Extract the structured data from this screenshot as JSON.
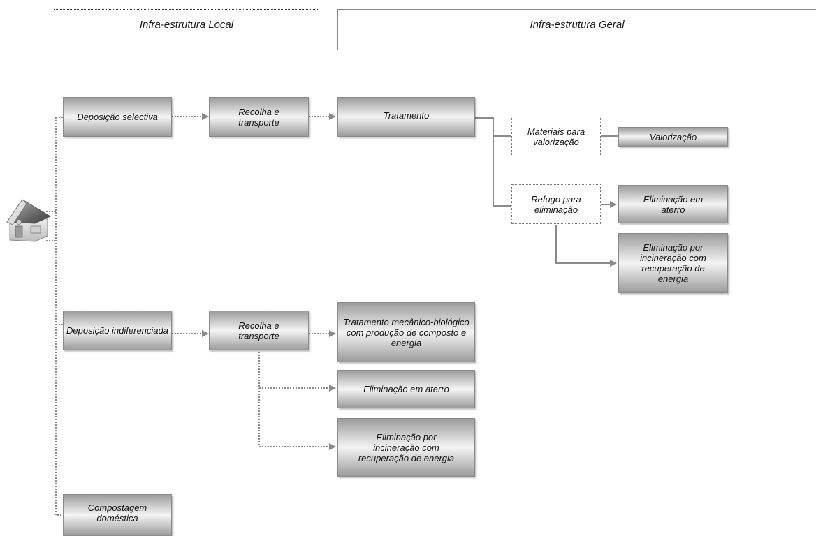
{
  "headers": {
    "local": "Infra-estrutura Local",
    "geral": "Infra-estrutura Geral"
  },
  "nodes": {
    "deposicao_selectiva": "Deposição selectiva",
    "recolha_transporte_1": "Recolha e transporte",
    "tratamento": "Tratamento",
    "materiais_valorizacao": "Materiais para valorização",
    "valorizacao": "Valorização",
    "refugo_eliminacao": "Refugo para eliminação",
    "eliminacao_aterro_1": "Eliminação em aterro",
    "eliminacao_incineracao_1": "Eliminação por incineração com recuperação de energia",
    "deposicao_indiferenciada": "Deposição indiferenciada",
    "recolha_transporte_2": "Recolha e transporte",
    "tratamento_mecanico": "Tratamento mecânico-biológico com produção de composto e energia",
    "eliminacao_aterro_2": "Eliminação em aterro",
    "eliminacao_incineracao_2": "Eliminação por incineração com recuperação de energia",
    "compostagem": "Compostagem doméstica"
  },
  "icons": {
    "source": "house-icon"
  },
  "colors": {
    "line": "#8a8a8a",
    "box_dark": "#9c9c9c",
    "box_light": "#f4f4f4"
  }
}
